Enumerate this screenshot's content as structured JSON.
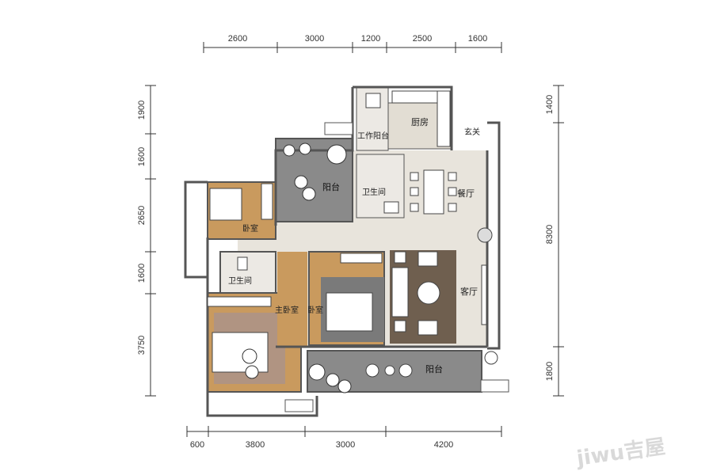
{
  "dimensions": {
    "top": [
      "2600",
      "3000",
      "1200",
      "2500",
      "1600"
    ],
    "bottom": [
      "600",
      "3800",
      "3000",
      "4200"
    ],
    "left": [
      "1900",
      "1600",
      "2650",
      "1600",
      "3750"
    ],
    "right": [
      "1400",
      "8300",
      "1800"
    ]
  },
  "rooms": {
    "kitchen": "厨房",
    "work_balcony": "工作阳台",
    "entrance": "玄关",
    "balcony_top": "阳台",
    "bathroom_center": "卫生间",
    "dining": "餐厅",
    "bedroom_left": "卧室",
    "bathroom_left": "卫生间",
    "master_bedroom": "主卧室",
    "bedroom_center": "卧室",
    "living": "客厅",
    "balcony_bottom": "阳台"
  },
  "watermark": "jiwu吉屋",
  "colors": {
    "floor": "#e8e4dc",
    "wood": "#c99a5e",
    "balcony_tile": "#8a8a8a",
    "rug": "#6f5f4f",
    "wall": "#555555"
  }
}
